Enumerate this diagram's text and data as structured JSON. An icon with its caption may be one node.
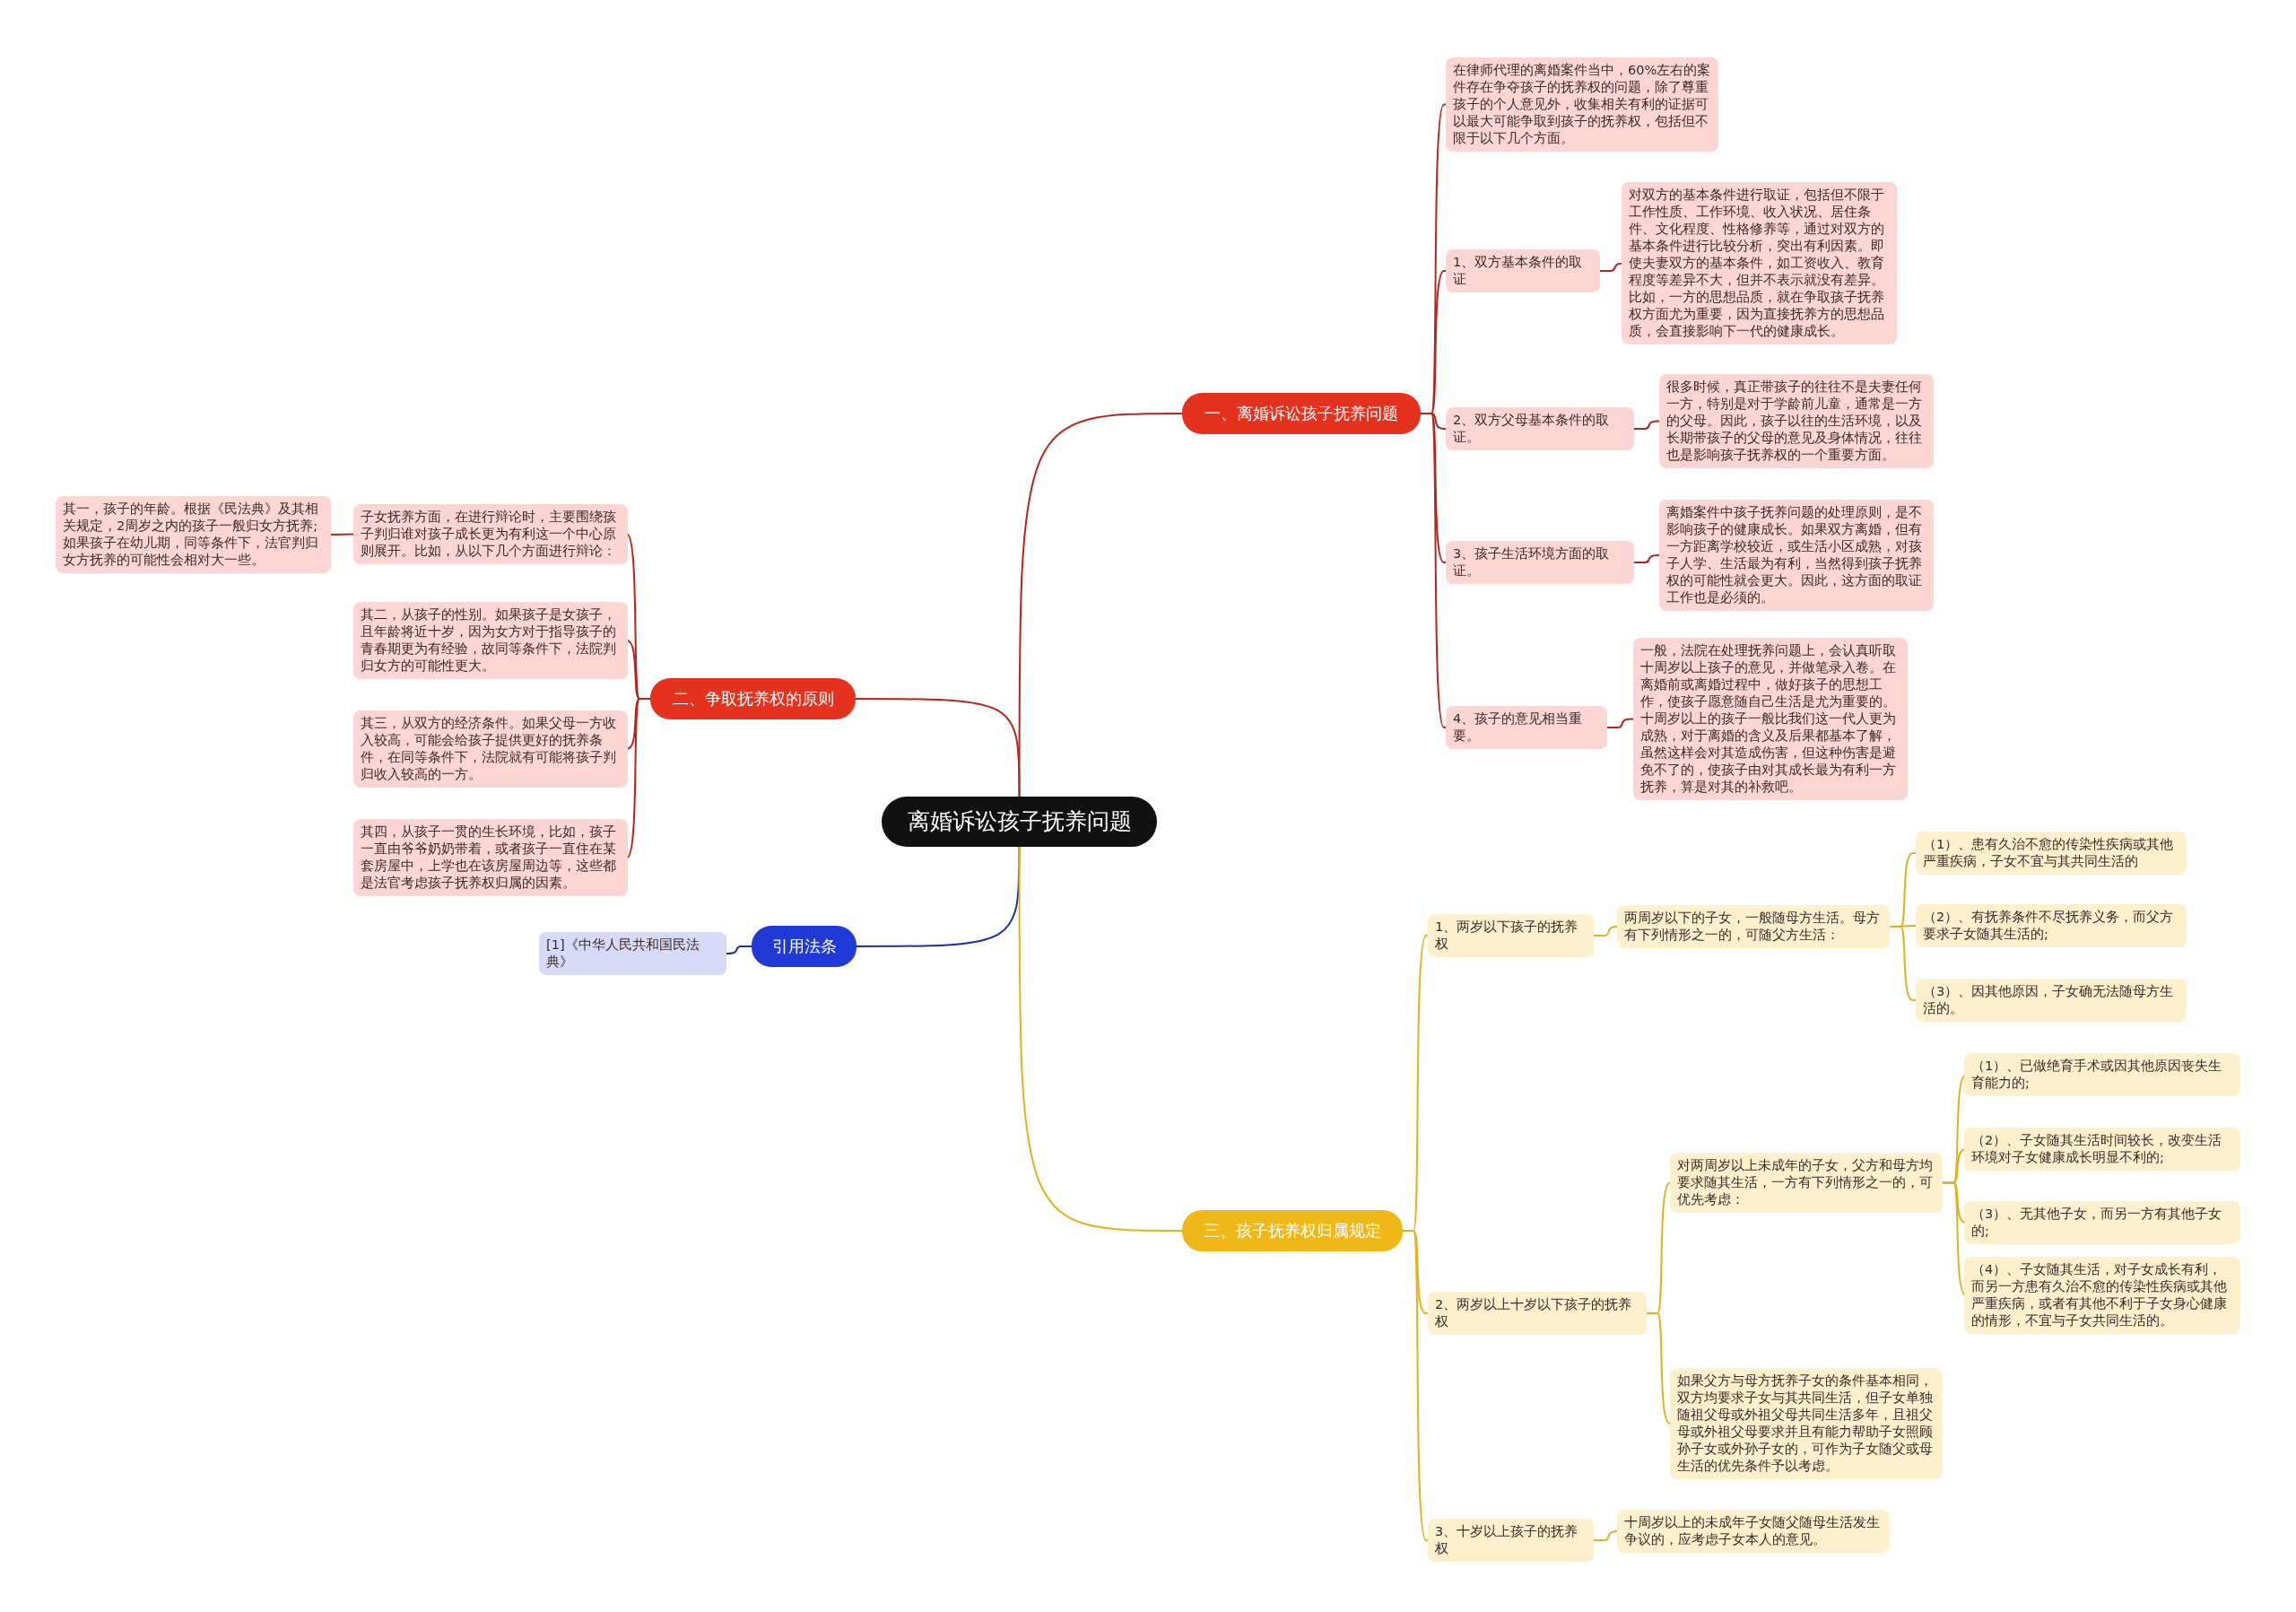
{
  "diagram": {
    "nodes": [
      {
        "text": [
          "离婚诉讼孩子抚养问题"
        ]
      },
      {
        "text": [
          "一、离婚诉讼孩子抚养问题"
        ]
      },
      {
        "text": [
          "在律师代理的离婚案件当中，60%左右的案件存在争夺孩子的抚养权的问题，除了尊重孩子的个人意见外，收集相关有利的证据可以最大可能争取到孩子的抚养权，包括但不限于以下几个方面。"
        ]
      },
      {
        "text": [
          "1、双方基本条件的取证"
        ]
      },
      {
        "text": [
          "对双方的基本条件进行取证，包括但不限于工作性质、工作环境、收入状况、居住条件、文化程度、性格修养等，通过对双方的基本条件进行比较分析，突出有利因素。即使夫妻双方的基本条件，如工资收入、教育程度等差异不大，但并不表示就没有差异。比如，一方的思想品质，就在争取孩子抚养权方面尤为重要，因为直接抚养方的思想品质，会直接影响下一代的健康成长。"
        ]
      },
      {
        "text": [
          "2、双方父母基本条件的取证。"
        ]
      },
      {
        "text": [
          "很多时候，真正带孩子的往往不是夫妻任何一方，特别是对于学龄前儿童，通常是一方的父母。因此，孩子以往的生活环境，以及长期带孩子的父母的意见及身体情况，往往也是影响孩子抚养权的一个重要方面。"
        ]
      },
      {
        "text": [
          "3、孩子生活环境方面的取证。"
        ]
      },
      {
        "text": [
          "离婚案件中孩子抚养问题的处理原则，是不影响孩子的健康成长。如果双方离婚，但有一方距离学校较近，或生活小区成熟，对孩子人学、生活最为有利，当然得到孩子抚养权的可能性就会更大。因此，这方面的取证工作也是必须的。"
        ]
      },
      {
        "text": [
          "4、孩子的意见相当重要。"
        ]
      },
      {
        "text": [
          "一般，法院在处理抚养问题上，会认真听取十周岁以上孩子的意见，并做笔录入卷。在离婚前或离婚过程中，做好孩子的思想工作，使孩子愿意随自己生活是尤为重要的。十周岁以上的孩子一般比我们这一代人更为成熟，对于离婚的含义及后果都基本了解，虽然这样会对其造成伤害，但这种伤害是避免不了的，使孩子由对其成长最为有利一方抚养，算是对其的补救吧。"
        ]
      },
      {
        "text": [
          "二、争取抚养权的原则"
        ]
      },
      {
        "text": [
          "子女抚养方面，在进行辩论时，主要围绕孩子判归谁对孩子成长更为有利这一个中心原则展开。比如，从以下几个方面进行辩论："
        ]
      },
      {
        "text": [
          "其一，孩子的年龄。根据《民法典》及其相关规定，2周岁之内的孩子一般归女方抚养;如果孩子在幼儿期，同等条件下，法官判归女方抚养的可能性会相对大一些。"
        ]
      },
      {
        "text": [
          "其二，从孩子的性别。如果孩子是女孩子，且年龄将近十岁，因为女方对于指导孩子的青春期更为有经验，故同等条件下，法院判归女方的可能性更大。"
        ]
      },
      {
        "text": [
          "其三，从双方的经济条件。如果父母一方收入较高，可能会给孩子提供更好的抚养条件，在同等条件下，法院就有可能将孩子判归收入较高的一方。"
        ]
      },
      {
        "text": [
          "其四，从孩子一贯的生长环境，比如，孩子一直由爷爷奶奶带着，或者孩子一直住在某套房屋中，上学也在该房屋周边等，这些都是法官考虑孩子抚养权归属的因素。"
        ]
      },
      {
        "text": [
          "引用法条"
        ]
      },
      {
        "text": [
          "[1]《中华人民共和国民法典》"
        ]
      },
      {
        "text": [
          "三、孩子抚养权归属规定"
        ]
      },
      {
        "text": [
          "1、两岁以下孩子的抚养权"
        ]
      },
      {
        "text": [
          "两周岁以下的子女，一般随母方生活。母方有下列情形之一的，可随父方生活："
        ]
      },
      {
        "text": [
          "（1）、患有久治不愈的传染性疾病或其他严重疾病，子女不宜与其共同生活的"
        ]
      },
      {
        "text": [
          "（2）、有抚养条件不尽抚养义务，而父方要求子女随其生活的;"
        ]
      },
      {
        "text": [
          "（3）、因其他原因，子女确无法随母方生活的。"
        ]
      },
      {
        "text": [
          "2、两岁以上十岁以下孩子的抚养权"
        ]
      },
      {
        "text": [
          "对两周岁以上未成年的子女，父方和母方均要求随其生活，一方有下列情形之一的，可优先考虑："
        ]
      },
      {
        "text": [
          "（1）、已做绝育手术或因其他原因丧失生育能力的;"
        ]
      },
      {
        "text": [
          "（2）、子女随其生活时间较长，改变生活环境对子女健康成长明显不利的;"
        ]
      },
      {
        "text": [
          "（3）、无其他子女，而另一方有其他子女的;"
        ]
      },
      {
        "text": [
          "（4）、子女随其生活，对子女成长有利，而另一方患有久治不愈的传染性疾病或其他严重疾病，或者有其他不利于子女身心健康的情形，不宜与子女共同生活的。"
        ]
      },
      {
        "text": [
          "如果父方与母方抚养子女的条件基本相同，双方均要求子女与其共同生活，但子女单独随祖父母或外祖父母共同生活多年，且祖父母或外祖父母要求并且有能力帮助子女照顾孙子女或外孙子女的，可作为子女随父或母生活的优先条件予以考虑。"
        ]
      },
      {
        "text": [
          "3、十岁以上孩子的抚养权"
        ]
      },
      {
        "text": [
          "十周岁以上的未成年子女随父随母生活发生争议的，应考虑子女本人的意见。"
        ]
      }
    ],
    "edges": [
      {
        "from": 0,
        "to": 1,
        "arrow": "none"
      },
      {
        "from": 1,
        "to": 2,
        "arrow": "none"
      },
      {
        "from": 1,
        "to": 3,
        "arrow": "none"
      },
      {
        "from": 3,
        "to": 4,
        "arrow": "none"
      },
      {
        "from": 1,
        "to": 5,
        "arrow": "none"
      },
      {
        "from": 5,
        "to": 6,
        "arrow": "none"
      },
      {
        "from": 1,
        "to": 7,
        "arrow": "none"
      },
      {
        "from": 7,
        "to": 8,
        "arrow": "none"
      },
      {
        "from": 1,
        "to": 9,
        "arrow": "none"
      },
      {
        "from": 9,
        "to": 10,
        "arrow": "none"
      },
      {
        "from": 0,
        "to": 11,
        "arrow": "none"
      },
      {
        "from": 11,
        "to": 12,
        "arrow": "none"
      },
      {
        "from": 12,
        "to": 13,
        "arrow": "none"
      },
      {
        "from": 11,
        "to": 14,
        "arrow": "none"
      },
      {
        "from": 11,
        "to": 15,
        "arrow": "none"
      },
      {
        "from": 11,
        "to": 16,
        "arrow": "none"
      },
      {
        "from": 0,
        "to": 17,
        "arrow": "none",
        "color": "#1a2fa8"
      },
      {
        "from": 17,
        "to": 18,
        "arrow": "none",
        "color": "#1a2fa8"
      },
      {
        "from": 0,
        "to": 19,
        "arrow": "none",
        "color": "#e0b21c"
      },
      {
        "from": 19,
        "to": 20,
        "arrow": "none",
        "color": "#e0b21c"
      },
      {
        "from": 20,
        "to": 21,
        "arrow": "none",
        "color": "#e0b21c"
      },
      {
        "from": 21,
        "to": 22,
        "arrow": "none",
        "color": "#e0b21c"
      },
      {
        "from": 21,
        "to": 23,
        "arrow": "none",
        "color": "#e0b21c"
      },
      {
        "from": 21,
        "to": 24,
        "arrow": "none",
        "color": "#e0b21c"
      },
      {
        "from": 19,
        "to": 25,
        "arrow": "none",
        "color": "#e0b21c"
      },
      {
        "from": 25,
        "to": 26,
        "arrow": "none",
        "color": "#e0b21c"
      },
      {
        "from": 26,
        "to": 27,
        "arrow": "none",
        "color": "#e0b21c"
      },
      {
        "from": 26,
        "to": 28,
        "arrow": "none",
        "color": "#e0b21c"
      },
      {
        "from": 26,
        "to": 29,
        "arrow": "none",
        "color": "#e0b21c"
      },
      {
        "from": 26,
        "to": 30,
        "arrow": "none",
        "color": "#e0b21c"
      },
      {
        "from": 25,
        "to": 31,
        "arrow": "none",
        "color": "#e0b21c"
      },
      {
        "from": 19,
        "to": 32,
        "arrow": "none",
        "color": "#e0b21c"
      },
      {
        "from": 32,
        "to": 33,
        "arrow": "none",
        "color": "#e0b21c"
      }
    ]
  }
}
